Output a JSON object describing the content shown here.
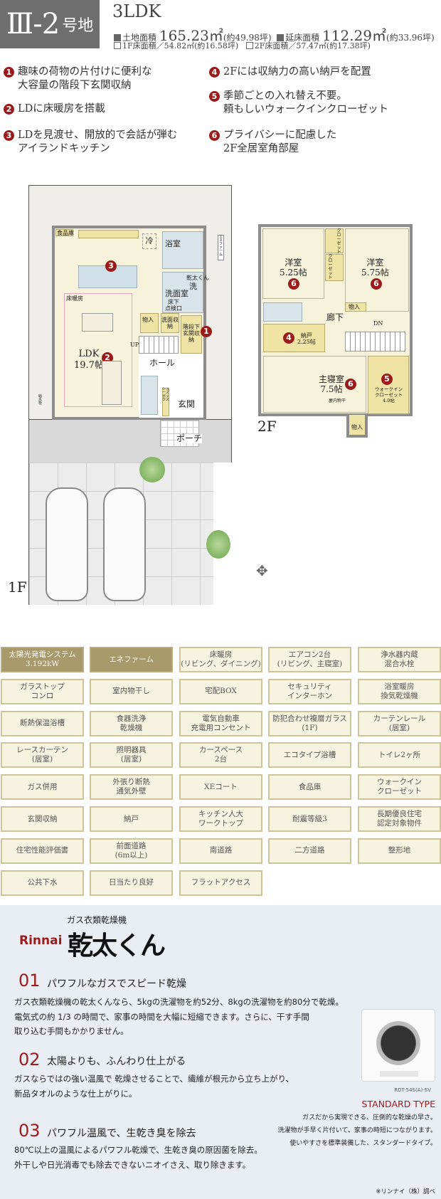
{
  "header": {
    "lot_number": "Ⅲ-2",
    "lot_suffix": "号地",
    "layout": "3LDK",
    "land_area_label": "土地面積",
    "land_area_value": "165.23㎡",
    "land_area_tsubo": "(約49.98坪)",
    "floor_area_label": "延床面積",
    "floor_area_value": "112.29㎡",
    "floor_area_tsubo": "(約33.96坪)",
    "f1_area": "1F床面積／54.82㎡(約16.58坪)",
    "f2_area": "2F床面積／57.47㎡(約17.38坪)"
  },
  "points": [
    {
      "num": "1",
      "text": "趣味の荷物の片付けに便利な\n大容量の階段下玄関収納"
    },
    {
      "num": "2",
      "text": "LDに床暖房を搭載"
    },
    {
      "num": "3",
      "text": "LDを見渡せ、開放的で会話が弾む\nアイランドキッチン"
    },
    {
      "num": "4",
      "text": "2Fには収納力の高い納戸を配置"
    },
    {
      "num": "5",
      "text": "季節ごとの入れ替え不要。\n頼もしいウォークインクローゼット"
    },
    {
      "num": "6",
      "text": "プライバシーに配慮した\n2F全居室角部屋"
    }
  ],
  "plan_1f": {
    "floor": "1F",
    "pantry": "食品庫",
    "fridge": "冷",
    "bath": "浴室",
    "dryer": "乾太くん",
    "washer": "洗",
    "washroom": "洗面室",
    "underfloor": "床下\n点検口",
    "floor_heating": "床暖房",
    "storage": "物入",
    "wash_storage": "洗面収納",
    "entry_storage": "階段下\n玄関収納",
    "up": "UP",
    "ldk": "LDK\n19.7帖",
    "hall": "ホール",
    "shoe_box": "シューズボックス",
    "entrance": "玄関",
    "porch": "ポーチ",
    "ac_unit": "エネファーム",
    "water_meter": "給水栓"
  },
  "plan_2f": {
    "floor": "2F",
    "room1": "洋室\n5.25帖",
    "room2": "洋室\n5.75帖",
    "closet": "クローゼット",
    "storage": "物入",
    "corridor": "廊下",
    "dn": "DN",
    "nando": "納戸\n2.25帖",
    "master": "主寝室\n7.5帖",
    "indoor_dry": "屋内物干",
    "wic": "ウォークイン\nクローゼット\n4.0帖"
  },
  "features": [
    {
      "label": "太陽光発電システム\n3.192kW",
      "highlight": true
    },
    {
      "label": "エネファーム",
      "highlight": true
    },
    {
      "label": "床暖房\n(リビング、ダイニング)"
    },
    {
      "label": "エアコン2台\n(リビング、主寝室)"
    },
    {
      "label": "浄水器内蔵\n混合水栓"
    },
    {
      "label": "ガラストップ\nコンロ"
    },
    {
      "label": "室内物干し"
    },
    {
      "label": "宅配BOX"
    },
    {
      "label": "セキュリティ\nインターホン"
    },
    {
      "label": "浴室暖房\n換気乾燥機"
    },
    {
      "label": "断熱保温浴槽"
    },
    {
      "label": "食器洗浄\n乾燥機"
    },
    {
      "label": "電気自動車\n充電用コンセント"
    },
    {
      "label": "防犯合わせ複層ガラス\n(1F)"
    },
    {
      "label": "カーテンレール\n(居室)"
    },
    {
      "label": "レースカーテン\n(居室)"
    },
    {
      "label": "照明器具\n(居室)"
    },
    {
      "label": "カースペース\n2台"
    },
    {
      "label": "エコタイプ浴槽"
    },
    {
      "label": "トイレ2ヶ所"
    },
    {
      "label": "ガス併用"
    },
    {
      "label": "外張り断熱\n通気外壁"
    },
    {
      "label": "XEコート"
    },
    {
      "label": "食品庫"
    },
    {
      "label": "ウォークイン\nクローゼット"
    },
    {
      "label": "玄関収納"
    },
    {
      "label": "納戸"
    },
    {
      "label": "キッチン人大\nワークトップ"
    },
    {
      "label": "耐震等級3"
    },
    {
      "label": "長期優良住宅\n認定対象物件"
    },
    {
      "label": "住宅性能評価書"
    },
    {
      "label": "前面道路\n(6m以上)"
    },
    {
      "label": "南道路"
    },
    {
      "label": "二方道路"
    },
    {
      "label": "整形地"
    },
    {
      "label": "公共下水"
    },
    {
      "label": "日当たり良好"
    },
    {
      "label": "フラットアクセス"
    }
  ],
  "dryer": {
    "category": "ガス衣類乾燥機",
    "brand": "Rinnai",
    "product": "乾太くん",
    "sections": [
      {
        "num": "01",
        "title": "パワフルなガスでスピード乾燥",
        "text": "ガス衣類乾燥機の乾太くんなら、5kgの洗濯物を約52分、8kgの洗濯物を約80分で乾燥。\n電気式の約 1/3 の時間で、家事の時間を大幅に短縮できます。さらに、干す手間\n取り込む手間もかかりません。"
      },
      {
        "num": "02",
        "title": "太陽よりも、ふんわり仕上がる",
        "text": "ガスならではの強い温風で 乾燥させることで、繊維が根元から立ち上がり、\n新品タオルのような仕上がりに。"
      },
      {
        "num": "03",
        "title": "パワフル温風で、生乾き臭を除去",
        "text": "80℃以上の温風によるパワフル乾燥で、生乾き臭の原因菌を除去。\n外干しや日光消毒でも除去できないニオイさえ、取り除きます。"
      }
    ],
    "model": "RDT-54S(A)-SV",
    "type_title": "STANDARD TYPE",
    "type_text": "ガスだから実現できる、圧倒的な乾燥の早さ。\n洗濯物が手早く片付いて、家事の時短につながります。\n使いやすさを標準装備した、スタンダードタイプ。",
    "footnote": "※リンナイ（株）調べ"
  },
  "colors": {
    "accent_red": "#9b1a1a",
    "highlight_gold": "#a8996b",
    "header_gray": "#6e6e6e"
  }
}
